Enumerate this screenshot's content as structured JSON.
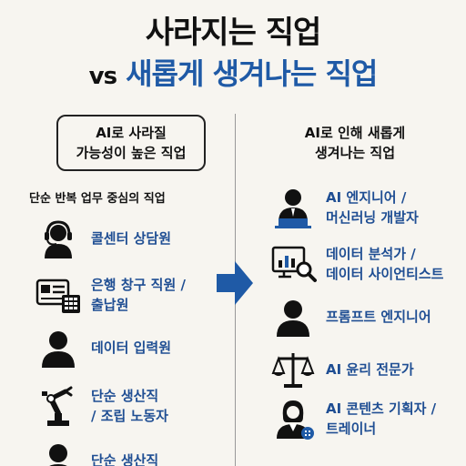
{
  "header": {
    "line1": "사라지는 직업",
    "vs": "vs",
    "line2": "새롭게 생겨나는 직업"
  },
  "left": {
    "box_line1": "AI로 사라질",
    "box_line2": "가능성이 높은 직업",
    "subtitle": "단순 반복 업무 중심의 직업",
    "items": [
      {
        "line1": "콜센터 상담원",
        "line2": "",
        "icon": "headset-agent-icon"
      },
      {
        "line1": "은행 창구 직원 /",
        "line2": "출납원",
        "icon": "id-card-keypad-icon"
      },
      {
        "line1": "데이터 입력원",
        "line2": "",
        "icon": "person-icon"
      },
      {
        "line1": "단순 생산직",
        "line2": "/ 조립 노동자",
        "icon": "robot-arm-icon"
      },
      {
        "line1": "단순 생산직",
        "line2": "",
        "icon": "person-icon"
      }
    ]
  },
  "right": {
    "head_line1": "AI로 인해 새롭게",
    "head_line2": "생겨나는 직업",
    "items": [
      {
        "line1": "AI 엔지니어 /",
        "line2": "머신러닝 개발자",
        "icon": "engineer-laptop-icon"
      },
      {
        "line1": "데이터 분석가 /",
        "line2": "데이터 사이언티스트",
        "icon": "chart-magnifier-icon"
      },
      {
        "line1": "프롬프트 엔지니어",
        "line2": "",
        "icon": "person-icon"
      },
      {
        "line1": "AI 윤리 전문가",
        "line2": "",
        "icon": "scales-icon"
      },
      {
        "line1": "AI 콘텐츠 기획자 /",
        "line2": "트레이너",
        "icon": "woman-icon"
      }
    ]
  },
  "colors": {
    "accent": "#1f5aa6",
    "label": "#1f4e93"
  }
}
